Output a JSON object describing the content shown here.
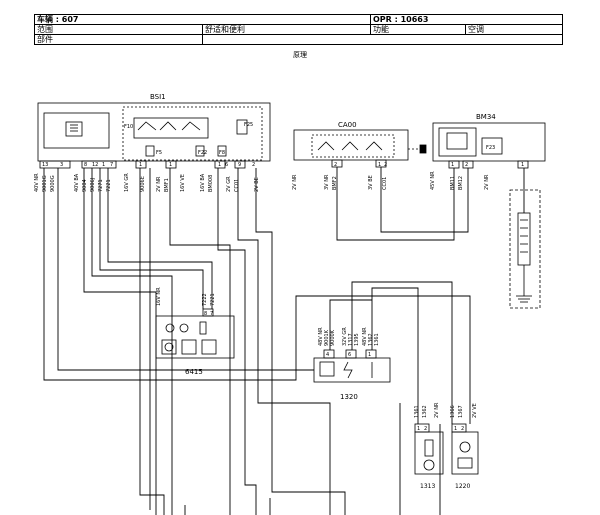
{
  "header": {
    "vehicle_label": "车辆 : 607",
    "opr_label": "OPR : 10663",
    "scope_label": "范围",
    "scope_value": "舒适和便利",
    "function_label": "功能",
    "function_value": "空调",
    "parts_label": "部件",
    "parts_value": ""
  },
  "subtitle": "原理",
  "components": {
    "bsi": "BSI1",
    "ca00": "CA00",
    "bm34": "BM34",
    "c6415": "6415",
    "c1320": "1320",
    "c1313": "1313",
    "c1220": "1220"
  },
  "fuses": {
    "f10": "F10",
    "f25": "F25",
    "f5": "F5",
    "f22": "F22",
    "f8": "F8",
    "f23": "F23"
  },
  "bsi_pins": [
    "13",
    "3",
    "8",
    "12",
    "1",
    "7",
    "1",
    "1",
    "1",
    "6",
    "9",
    "2"
  ],
  "bsi_wires": [
    "40V NR",
    "9001G",
    "9000G",
    "40V BA",
    "9004",
    "9006J",
    "7271",
    "7221",
    "16V GR",
    "9006E",
    "2V NR",
    "BMF1",
    "16V VE",
    "16V BA",
    "BM008",
    "2V GR",
    "CC01",
    "2V BE"
  ],
  "ca00_pins": [
    "2",
    "1",
    "2"
  ],
  "ca00_wires": [
    "2V NR",
    "3V NR",
    "BMF2",
    "3V BE",
    "CC01"
  ],
  "bm34_pins": [
    "1",
    "2",
    "1"
  ],
  "bm34_wires": [
    "45V NR",
    "BM11",
    "BM12",
    "2V NR"
  ],
  "c6415_pins": [
    "8",
    "7"
  ],
  "c6415_wires": [
    "16V NR",
    "7222",
    "7221"
  ],
  "c1320_pins": [
    "4",
    "6",
    "1"
  ],
  "c1320_wires": [
    "48V NR",
    "9001K",
    "9000K",
    "32V GR",
    "1317",
    "1395",
    "48V NR",
    "1362",
    "1361"
  ],
  "c1313_pins": [
    "1",
    "2"
  ],
  "c1313_wires": [
    "1361",
    "1362",
    "2V NR"
  ],
  "c1220_pins": [
    "1",
    "2"
  ],
  "c1220_wires": [
    "1366",
    "1367",
    "2V VE"
  ]
}
